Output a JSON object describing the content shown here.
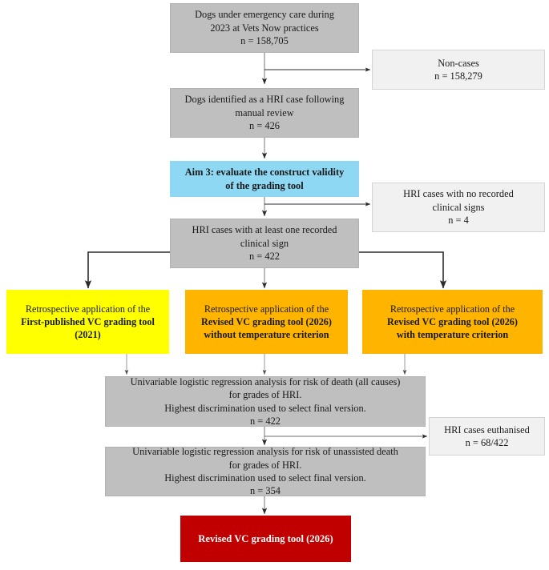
{
  "figure": {
    "type": "flowchart",
    "orientation": "top-to-bottom",
    "colors": {
      "primary_box": "#bfbfbf",
      "excluded_box": "#f1f1f1",
      "aim_box": "#8ed8f3",
      "tool_2021": "#ffff00",
      "tool_2026": "#ffb400",
      "final_box": "#c00000",
      "connector": "#404040",
      "text": "#1a1a1a",
      "final_text": "#ffffff"
    }
  },
  "nodes": {
    "population": {
      "line1": "Dogs under emergency care during",
      "line2": "2023 at Vets Now practices",
      "line3": "n = 158,705",
      "count": "158,705"
    },
    "non_cases": {
      "line1": "Non-cases",
      "line2": "n = 158,279",
      "count": "158,279"
    },
    "hri_cases": {
      "line1": "Dogs identified as a HRI case following",
      "line2": "manual review",
      "line3": "n = 426",
      "count": "426"
    },
    "aim": {
      "line1": "Aim 3: evaluate the construct validity",
      "line2": "of the grading tool"
    },
    "no_signs": {
      "line1": "HRI cases with no recorded",
      "line2": "clinical signs",
      "line3": "n = 4",
      "count": "4"
    },
    "with_signs": {
      "line1": "HRI cases with at least one recorded",
      "line2": "clinical sign",
      "line3": "n = 422",
      "count": "422"
    },
    "tool_2021": {
      "line1": "Retrospective application of the",
      "line2": "First-published VC grading tool",
      "line3": "(2021)"
    },
    "tool_2026_no_temp": {
      "line1": "Retrospective application of the",
      "line2": "Revised VC grading tool (2026)",
      "line3": "without temperature criterion"
    },
    "tool_2026_temp": {
      "line1": "Retrospective application of the",
      "line2": "Revised VC grading tool (2026)",
      "line3": "with temperature criterion"
    },
    "analysis_all_causes": {
      "line1": "Univariable logistic regression analysis for risk of death (all causes)",
      "line2": "for grades of HRI.",
      "line3": "Highest discrimination used to select final version.",
      "line4": "n = 422",
      "count": "422"
    },
    "euthanised": {
      "line1": "HRI cases euthanised",
      "line2": "n = 68/422",
      "count": "68/422"
    },
    "analysis_unassisted": {
      "line1": "Univariable logistic regression analysis for risk of unassisted death",
      "line2": "for grades of HRI.",
      "line3": "Highest discrimination used to select final version.",
      "line4": "n = 354",
      "count": "354"
    },
    "final": {
      "line1": "Revised VC grading tool (2026)"
    }
  }
}
